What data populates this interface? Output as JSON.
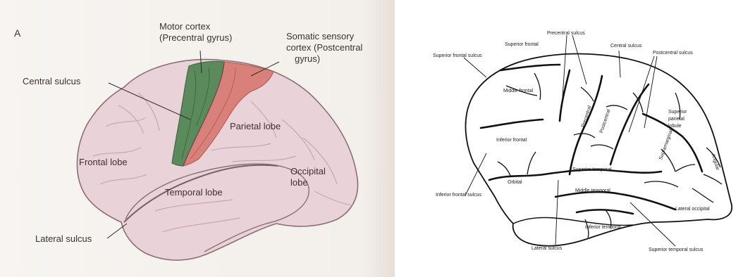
{
  "left_figure": {
    "panel_letter": "A",
    "labels": {
      "motor_cortex": "Motor cortex",
      "precentral_gyrus": "(Precentral gyrus)",
      "somatic_sensory": "Somatic sensory",
      "cortex_postcentral": "cortex (Postcentral",
      "gyrus": "gyrus)",
      "central_sulcus": "Central sulcus",
      "parietal_lobe": "Parietal lobe",
      "frontal_lobe": "Frontal lobe",
      "occipital": "Occipital",
      "lobe": "lobe",
      "temporal_lobe": "Temporal lobe",
      "lateral_sulcus": "Lateral sulcus"
    },
    "colors": {
      "brain": "#ead3d8",
      "motor_cortex": "#5b8a5c",
      "sensory_cortex": "#d9807a",
      "outline": "#8a6f77"
    }
  },
  "right_figure": {
    "labels": {
      "precentral_sulcus": "Precentral sulcus",
      "superior_frontal": "Superior frontal",
      "central_sulcus": "Central sulcus",
      "postcentral_sulcus": "Postcentral sulcus",
      "superior_frontal_sulcus": "Superior frontal sulcus",
      "middle_frontal": "Middle frontal",
      "precentral": "Precentral",
      "postcentral": "Postcentral",
      "superior_parietal_lobule_1": "Superior",
      "superior_parietal_lobule_2": "parietal",
      "superior_parietal_lobule_3": "lobule",
      "supramarginal": "Supramarginal",
      "angular": "Angular",
      "inferior_frontal": "Inferior frontal",
      "superior_temporal": "Superior temporal",
      "orbital": "Orbital",
      "inferior_frontal_sulcus": "Inferior frontal sulcus",
      "middle_temporal": "Middle temporal",
      "lateral_occipital": "Lateral occipital",
      "inferior_temporal": "Inferior temporal",
      "lateral_sulcus": "Lateral sulcus",
      "superior_temporal_sulcus": "Superior temporal sulcus"
    }
  }
}
